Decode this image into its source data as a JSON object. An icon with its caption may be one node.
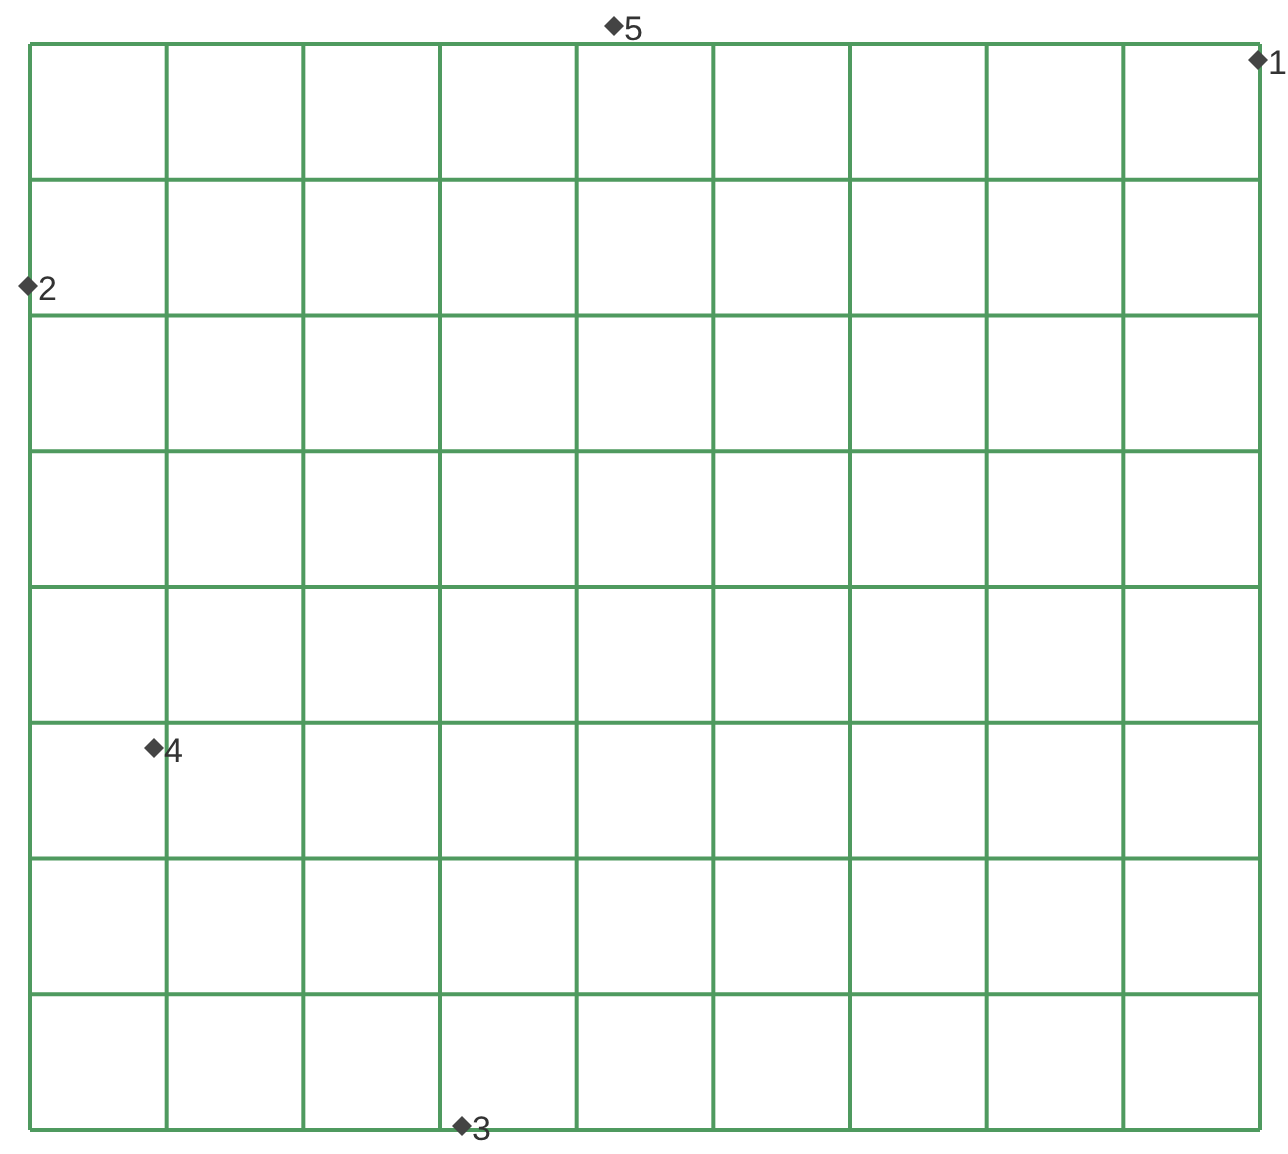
{
  "diagram": {
    "labels": [
      "5",
      "1",
      "2",
      "4",
      "3"
    ]
  }
}
